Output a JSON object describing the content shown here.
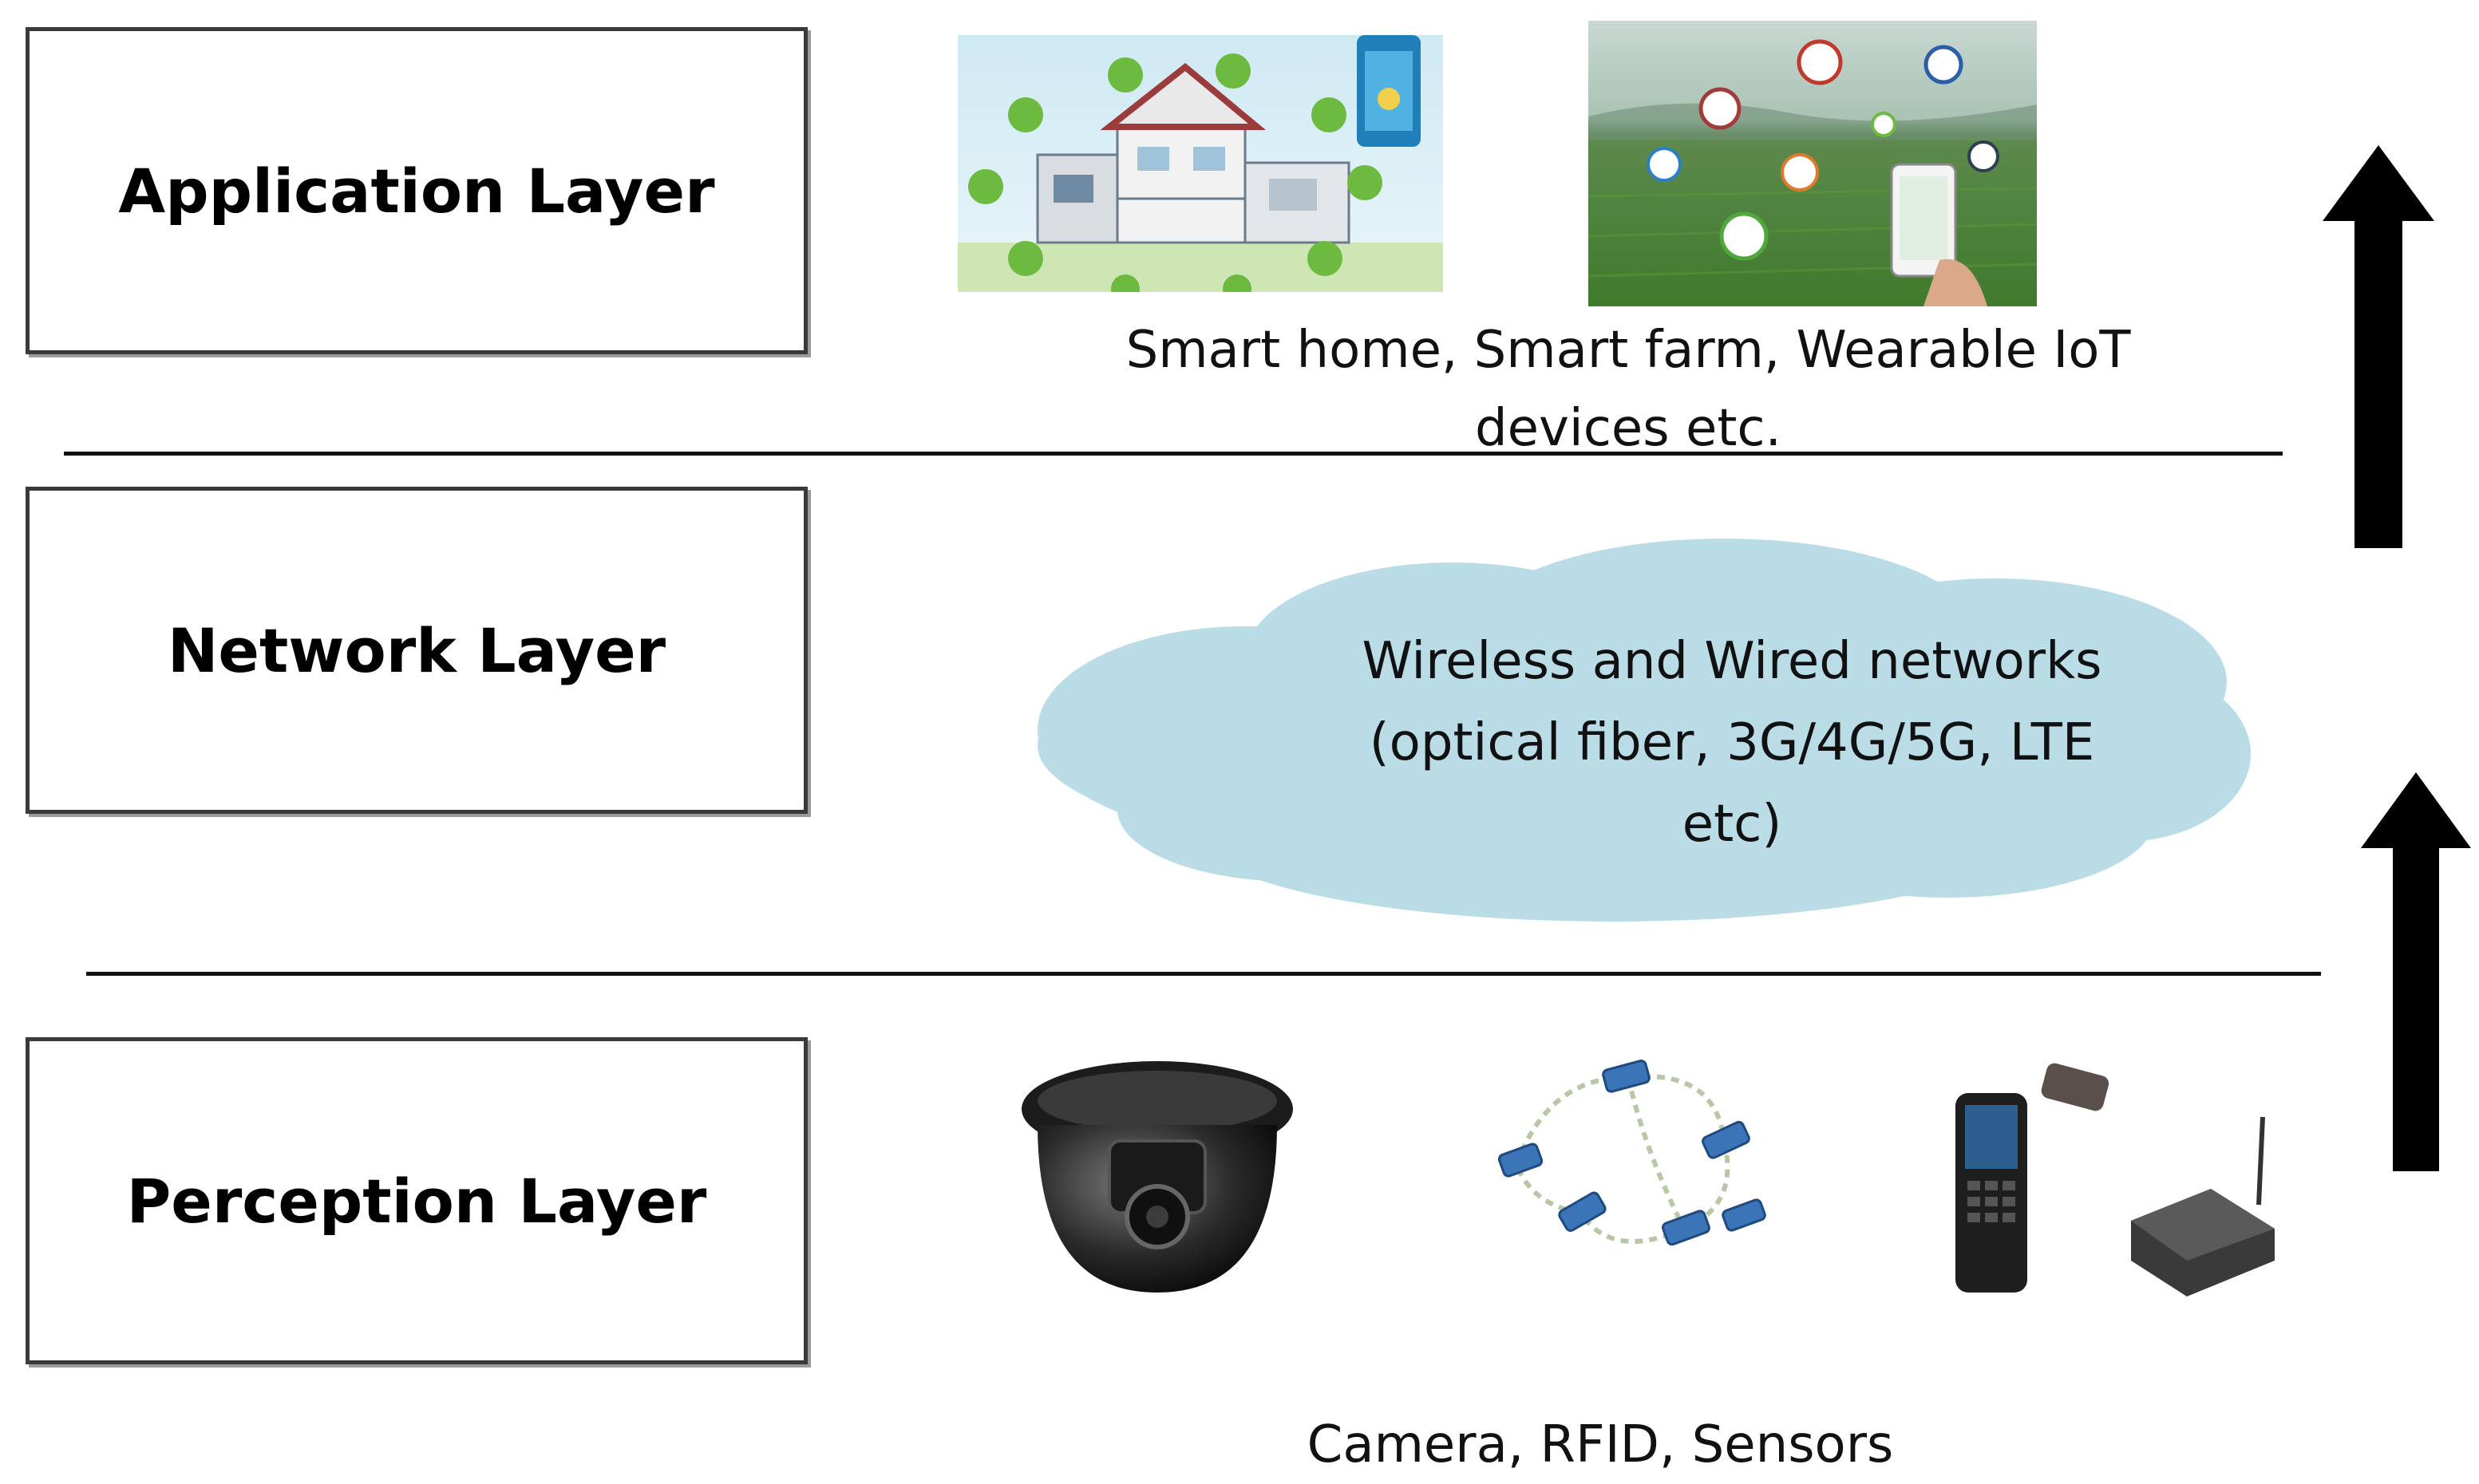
{
  "layers": {
    "application": "Application Layer",
    "network": "Network Layer",
    "perception": "Perception Layer"
  },
  "captions": {
    "application_line1": "Smart home, Smart farm, Wearable IoT",
    "application_line2": "devices etc.",
    "network_line1": "Wireless and Wired networks",
    "network_line2": "(optical fiber, 3G/4G/5G, LTE",
    "network_line3": "etc)",
    "perception": "Camera, RFID, Sensors"
  },
  "icons": {
    "smart_home": "smart-home-illustration-icon",
    "smart_farm": "smart-farm-illustration-icon",
    "cloud": "cloud-icon",
    "camera": "dome-camera-icon",
    "rfid": "rfid-network-icon",
    "sensors": "sensor-devices-icon",
    "arrows": "up-arrow-icon"
  },
  "colors": {
    "cloud_fill": "#b9dce7",
    "box_border": "#3a3a3a",
    "arrow": "#000000"
  }
}
